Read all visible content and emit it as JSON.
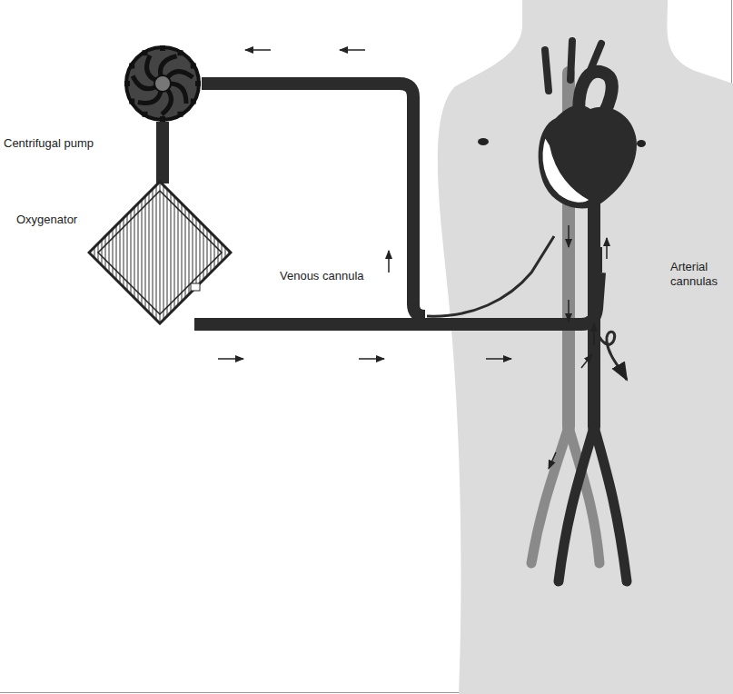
{
  "diagram": {
    "nodes": [
      {
        "text": [
          "Centrifugal pump"
        ]
      },
      {
        "text": [
          "Oxygenator"
        ]
      }
    ],
    "edges": [
      {
        "from": 0,
        "to": 1,
        "arrow": "none"
      }
    ],
    "labels": [
      "Venous cannula",
      "Arterial cannulas"
    ]
  }
}
